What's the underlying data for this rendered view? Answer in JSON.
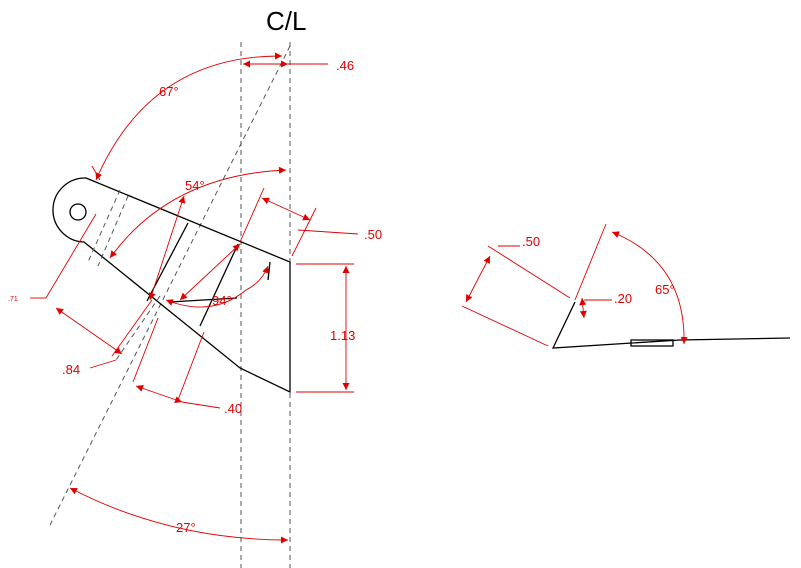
{
  "title": "C/L",
  "dimensions": {
    "angle_67": "67°",
    "dim_046": ".46",
    "angle_54": "54°",
    "dim_050_left": ".50",
    "angle_94": "94°",
    "dim_071": ".71",
    "dim_113": "1.13",
    "dim_084": ".84",
    "dim_040": ".40",
    "angle_27": "27°",
    "dim_050_right": ".50",
    "dim_020": ".20",
    "angle_65": "65°"
  },
  "colors": {
    "dimension": "#e00000",
    "part": "#000000",
    "centerline": "#555555"
  }
}
